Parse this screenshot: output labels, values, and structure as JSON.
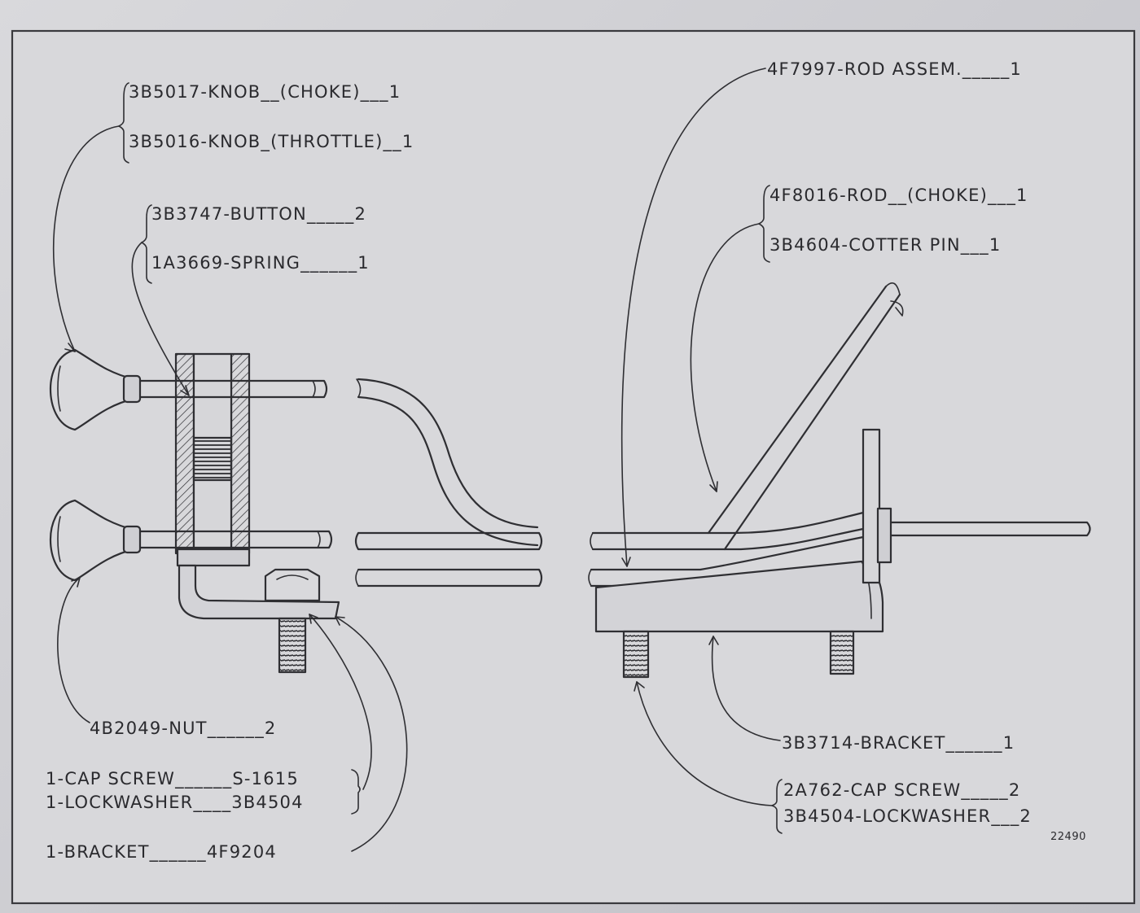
{
  "labels": {
    "knob_choke": "3B5017-KNOB__(CHOKE)___1",
    "knob_throttle": "3B5016-KNOB_(THROTTLE)__1",
    "button": "3B3747-BUTTON_____2",
    "spring": "1A3669-SPRING______1",
    "nut": "4B2049-NUT______2",
    "cap_screw_left": "1-CAP SCREW______S-1615",
    "lockwasher_left": "1-LOCKWASHER____3B4504",
    "bracket_left": "1-BRACKET______4F9204",
    "rod_assem": "4F7997-ROD ASSEM._____1",
    "rod_choke": "4F8016-ROD__(CHOKE)___1",
    "cotter_pin": "3B4604-COTTER PIN___1",
    "bracket_right": "3B3714-BRACKET______1",
    "cap_screw_right": "2A762-CAP SCREW_____2",
    "lockwasher_right": "3B4504-LOCKWASHER___2",
    "figure_number": "22490"
  },
  "colors": {
    "paper": "#d4d4d8",
    "ink": "#2f2f33"
  }
}
